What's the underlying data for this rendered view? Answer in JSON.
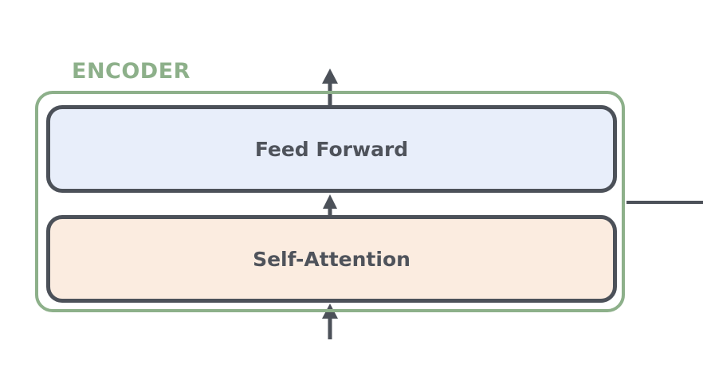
{
  "encoder": {
    "label": "ENCODER",
    "color": "#8db08a"
  },
  "layers": {
    "feed_forward": {
      "label": "Feed Forward",
      "fill": "#e8eefa"
    },
    "self_attention": {
      "label": "Self-Attention",
      "fill": "#fbece0"
    }
  },
  "colors": {
    "stroke": "#4c5159",
    "text": "#4f535b"
  }
}
